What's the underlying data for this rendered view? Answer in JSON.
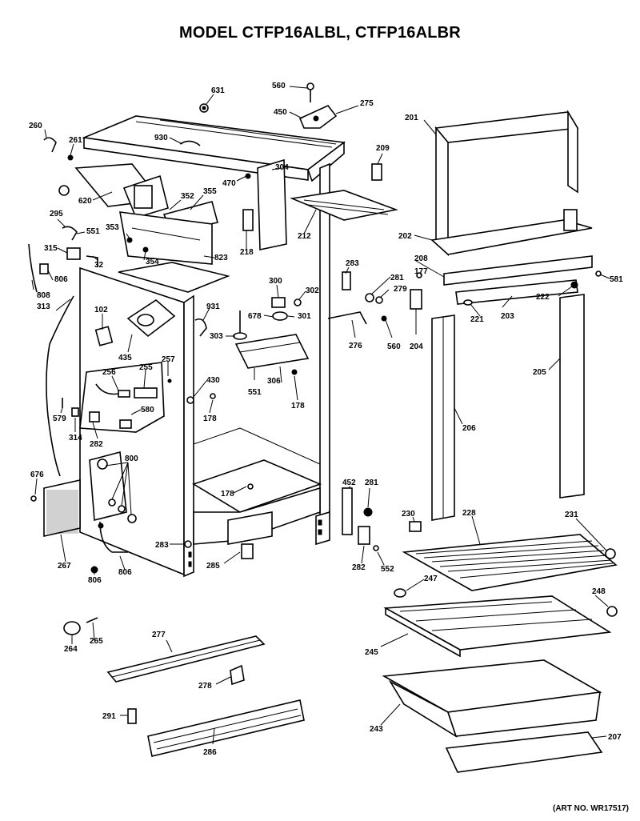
{
  "title": "MODEL CTFP16ALBL, CTFP16ALBR",
  "art_number": "(ART NO. WR17517)",
  "part_labels": {
    "p631": "631",
    "p560a": "560",
    "p450a": "450",
    "p275": "275",
    "p201": "201",
    "p260": "260",
    "p261": "261",
    "p930": "930",
    "p470": "470",
    "p304": "304",
    "p209": "209",
    "p620": "620",
    "p352": "352",
    "p355": "355",
    "p295": "295",
    "p551a": "551",
    "p353": "353",
    "p315": "315",
    "p32": "32",
    "p354": "354",
    "p823": "823",
    "p218": "218",
    "p212": "212",
    "p202": "202",
    "p806a": "806",
    "p808": "808",
    "p313": "313",
    "p300": "300",
    "p302": "302",
    "p283a": "283",
    "p281a": "281",
    "p279": "279",
    "p208": "208",
    "p177": "177",
    "p581": "581",
    "p222": "222",
    "p102": "102",
    "p931": "931",
    "p678": "678",
    "p301": "301",
    "p303": "303",
    "p221": "221",
    "p203": "203",
    "p435": "435",
    "p257": "257",
    "p276": "276",
    "p560b": "560",
    "p204": "204",
    "p256": "256",
    "p255": "255",
    "p205": "205",
    "p430": "430",
    "p551b": "551",
    "p306": "306",
    "p178a": "178",
    "p178b": "178",
    "p579": "579",
    "p580": "580",
    "p314": "314",
    "p206": "206",
    "p282a": "282",
    "p800": "800",
    "p676": "676",
    "p178c": "178",
    "p452": "452",
    "p281b": "281",
    "p230": "230",
    "p228": "228",
    "p231": "231",
    "p283b": "283",
    "p285": "285",
    "p282b": "282",
    "p552": "552",
    "p267": "267",
    "p806b": "806",
    "p806c": "806",
    "p247": "247",
    "p248": "248",
    "p264": "264",
    "p265": "265",
    "p277": "277",
    "p245": "245",
    "p278": "278",
    "p291": "291",
    "p243": "243",
    "p286": "286",
    "p207": "207"
  }
}
